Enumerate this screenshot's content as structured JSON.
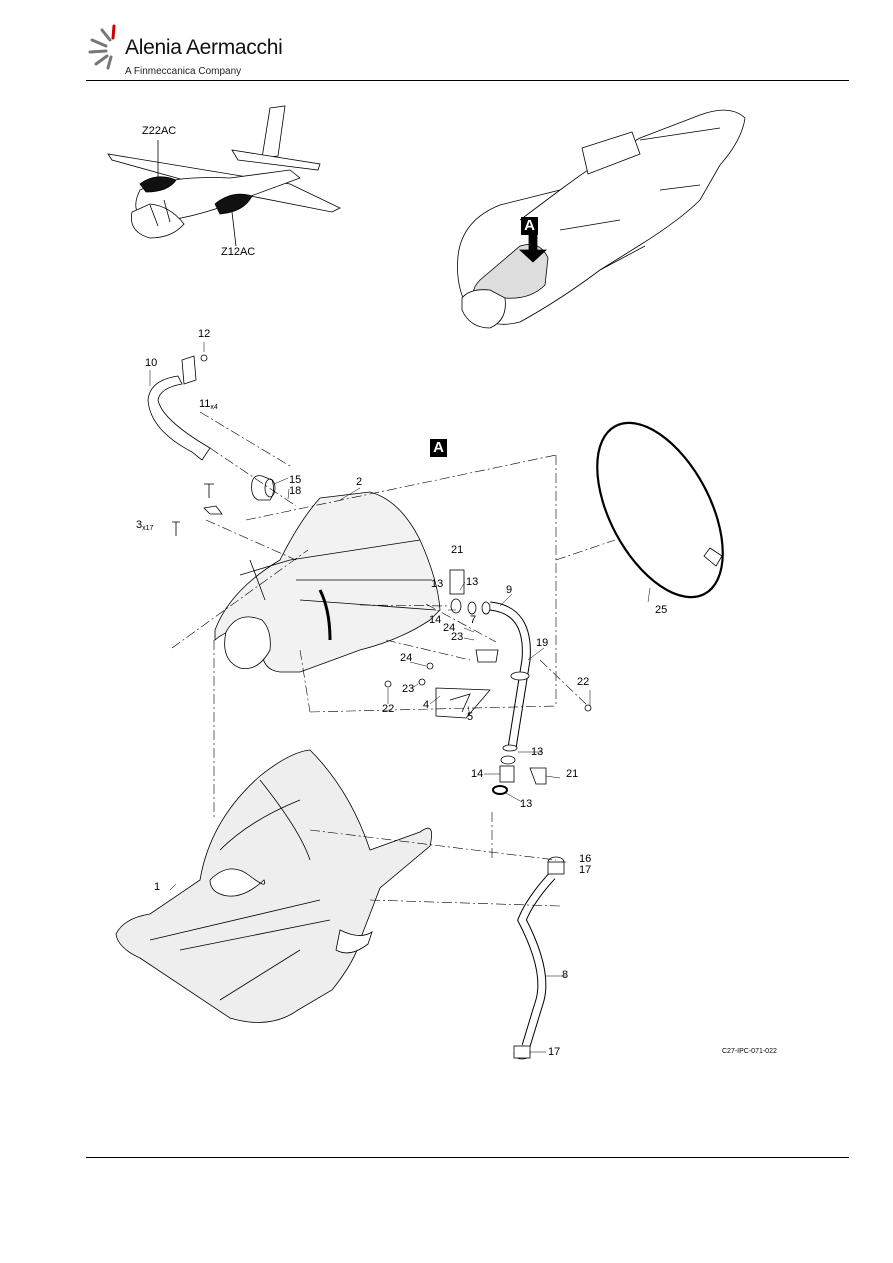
{
  "header": {
    "brand_name": "Alenia Aermacchi",
    "brand_subtitle": "A Finmeccanica Company"
  },
  "zones": {
    "upper": "Z22AC",
    "lower": "Z12AC"
  },
  "view_markers": {
    "nacelle": "A",
    "detail": "A"
  },
  "callouts": {
    "c1": "1",
    "c2": "2",
    "c3": "3",
    "c3_qty": "x17",
    "c4": "4",
    "c5": "5",
    "c7": "7",
    "c8": "8",
    "c9": "9",
    "c10": "10",
    "c11": "11",
    "c11_qty": "x4",
    "c12": "12",
    "c13a": "13",
    "c13b": "13",
    "c13c": "13",
    "c13d": "13",
    "c14a": "14",
    "c14b": "14",
    "c15": "15",
    "c16": "16",
    "c17a": "17",
    "c17b": "17",
    "c18": "18",
    "c19": "19",
    "c21a": "21",
    "c21b": "21",
    "c22a": "22",
    "c22b": "22",
    "c23a": "23",
    "c23b": "23",
    "c24a": "24",
    "c24b": "24",
    "c25": "25"
  },
  "figure_ref": "C27-IPC-071-022",
  "colors": {
    "ink": "#000000",
    "fill": "#e6e6e6",
    "zone_fill": "#111111"
  }
}
